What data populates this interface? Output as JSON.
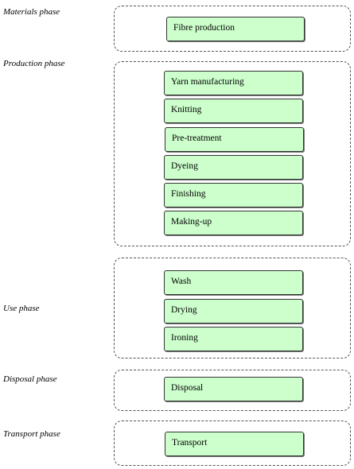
{
  "phases": [
    {
      "label": "Materials phase",
      "steps": [
        "Fibre production"
      ]
    },
    {
      "label": "Production phase",
      "steps": [
        "Yarn manufacturing",
        "Knitting",
        "Pre-treatment",
        "Dyeing",
        "Finishing",
        "Making-up"
      ]
    },
    {
      "label": "Use phase",
      "steps": [
        "Wash",
        "Drying",
        "Ironing"
      ]
    },
    {
      "label": "Disposal phase",
      "steps": [
        "Disposal"
      ]
    },
    {
      "label": "Transport phase",
      "steps": [
        "Transport"
      ]
    }
  ]
}
